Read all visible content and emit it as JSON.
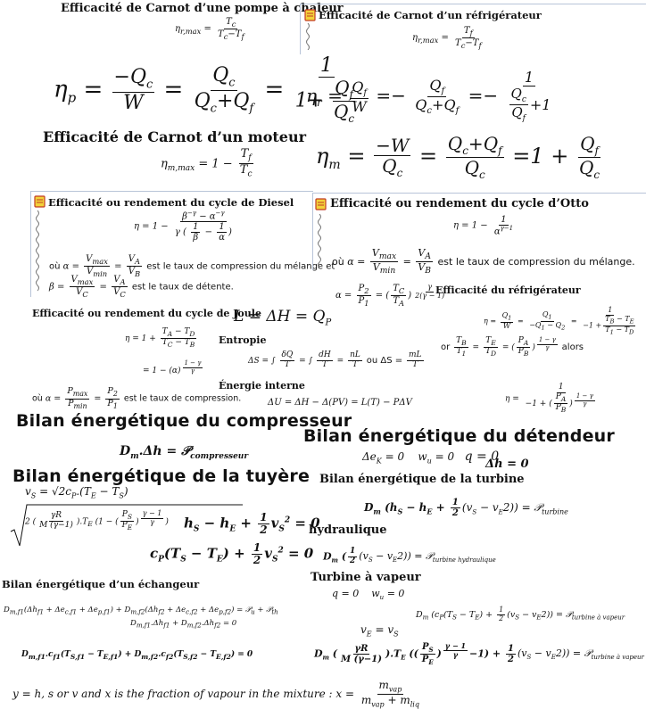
{
  "carnot_pump": {
    "title": "Efficacité de Carnot d’une pompe à chaleur",
    "small_lhs": "η",
    "small_lhs_sub": "r,max",
    "small_num": "T",
    "small_num_sub": "c",
    "small_den": "T",
    "small_den_sub": "c",
    "small_den_minus": "−",
    "small_den2": "T",
    "small_den2_sub": "f",
    "big_lhs": "η",
    "big_lhs_sub": "p",
    "big_f1_num": "−Q",
    "big_f1_num_sub": "c",
    "big_f1_den": "W",
    "big_f2_num": "Q",
    "big_f2_num_sub": "c",
    "big_f2_den": "Q",
    "big_f2_den_sub": "c",
    "big_f2_den_plus": "+",
    "big_f2_den2": "Q",
    "big_f2_den2_sub": "f",
    "big_f3_num": "1",
    "big_f3_den": "1+",
    "big_f3_inner_num": "Q",
    "big_f3_inner_num_sub": "f",
    "big_f3_inner_den": "Q",
    "big_f3_inner_den_sub": "c",
    "eq": "="
  },
  "carnot_fridge": {
    "title": "Efficacité de Carnot d’un réfrigérateur",
    "small_lhs": "η",
    "small_lhs_sub": "r,max",
    "small_num": "T",
    "small_num_sub": "f",
    "small_den": "T",
    "small_den_sub": "c",
    "small_den2": "T",
    "small_den2_sub": "f",
    "big_lhs": "η",
    "big_lhs_sub": "r",
    "f1_num": "Q",
    "f1_num_sub": "f",
    "f1_den": "W",
    "neg": "−",
    "f2_num": "Q",
    "f2_num_sub": "f",
    "f2_den": "Q",
    "f2_den_sub": "c",
    "f2_den2": "Q",
    "f2_den2_sub": "f",
    "f3_num": "1",
    "f3_inner_num": "Q",
    "f3_inner_num_sub": "c",
    "f3_inner_den": "Q",
    "f3_inner_den_sub": "f",
    "f3_plus1": "+1"
  },
  "carnot_engine": {
    "title": "Efficacité de Carnot d’un moteur",
    "small_lhs": "η",
    "small_lhs_sub": "m,max",
    "small_rhs": "= 1 −",
    "small_num": "T",
    "small_num_sub": "f",
    "small_den": "T",
    "small_den_sub": "c",
    "big_lhs": "η",
    "big_lhs_sub": "m",
    "f1_num": "−W",
    "f1_den": "Q",
    "f1_den_sub": "c",
    "f2_num": "Q",
    "f2_num_sub": "c",
    "f2_num_plus": "+",
    "f2_num2": "Q",
    "f2_num2_sub": "f",
    "f2_den": "Q",
    "f2_den_sub": "c",
    "f3_pre": "1 +",
    "f3_num": "Q",
    "f3_num_sub": "f",
    "f3_den": "Q",
    "f3_den_sub": "c"
  },
  "diesel": {
    "title": "Efficacité ou rendement du cycle de Diesel",
    "eta": "η = 1 −",
    "num": "β",
    "num_sup": "−γ",
    "num_mid": " − α",
    "num_sup2": "−γ",
    "den_gamma": "γ",
    "den_inner1": "1",
    "den_inner1_den": "β",
    "den_minus": "−",
    "den_inner2": "1",
    "den_inner2_den": "α",
    "text1_pre": "où",
    "alpha": "α =",
    "vmax": "V",
    "vmax_sub": "max",
    "vmin": "V",
    "vmin_sub": "min",
    "va": "V",
    "va_sub": "A",
    "vb": "V",
    "vb_sub": "B",
    "text1_post": "est le taux de compression du mélange et",
    "beta": "β =",
    "vc": "V",
    "vc_sub": "C",
    "text2_post": "est le taux de détente."
  },
  "otto": {
    "title": "Efficacité ou rendement du cycle d’Otto",
    "eta": "η = 1 −",
    "num": "1",
    "den": "α",
    "den_sup": "γ−1",
    "text_pre": "où",
    "alpha": "α =",
    "text_post": "est le taux de compression du mélange.",
    "alpha2": "α =",
    "p2": "P",
    "p2_sub": "2",
    "p1": "P",
    "p1_sub": "1",
    "tc": "T",
    "tc_sub": "C",
    "ta": "T",
    "ta_sub": "A",
    "exp_num": "γ",
    "exp_den": "2(γ − 1)"
  },
  "fridge_eff": {
    "title": "Efficacité du réfrigérateur",
    "lhs": "η =",
    "f1_num": "Q",
    "f1_num_sub": "1",
    "f1_den": "W",
    "f2_num": "Q",
    "f2_num_sub": "1",
    "f2_den": "−Q",
    "f2_den_sub": "1",
    "f2_den_rest": " − Q",
    "f2_den_rest_sub": "2",
    "f3_num": "1",
    "f3_den_pre": "−1 +",
    "tb": "T",
    "tb_sub": "B",
    "te": "T",
    "te_sub": "E",
    "t1": "T",
    "t1_sub": "1",
    "td": "T",
    "td_sub": "D",
    "or": "or",
    "alors": "alors",
    "eta2": "η =",
    "one": "1",
    "pa": "P",
    "pa_sub": "A",
    "pb": "P",
    "pb_sub": "B",
    "exp_num": "1 − γ",
    "exp_den": "γ",
    "minus_plus": "−1 +"
  },
  "joule": {
    "title": "Efficacité ou rendement du cycle de Joule",
    "eta": "η = 1 +",
    "num": "T",
    "num_sub": "A",
    "num_rest": " − T",
    "num_rest_sub": "D",
    "den": "T",
    "den_sub": "C",
    "den_rest": " − T",
    "den_rest_sub": "B",
    "line2": "= 1 − (α)",
    "exp_num": "1 − γ",
    "exp_den": "γ",
    "text_pre": "où",
    "alpha": "α =",
    "pmax": "P",
    "pmax_sub": "max",
    "pmin": "P",
    "pmin_sub": "min",
    "p2": "P",
    "p2_sub": "2",
    "p1": "P",
    "p1_sub": "1",
    "text_post": "est le taux de compression."
  },
  "enthalpy": {
    "eq": "L = ΔH = Q",
    "eq_sub": "P"
  },
  "entropy": {
    "title": "Entropie",
    "ds": "ΔS = ∫",
    "dq": "δQ",
    "t": "T",
    "mid1": "= ∫",
    "dh": "dH",
    "mid2": "=",
    "nl": "nL",
    "ou": "ou ΔS =",
    "ml": "mL"
  },
  "internal_energy": {
    "title": "Énergie interne",
    "eq": "ΔU = ΔH − Δ(PV) = L(T) − PΔV"
  },
  "compressor": {
    "title": "Bilan énergétique du compresseur",
    "eq": "D",
    "eq_sub": "m",
    "eq_rest": ".Δh = 𝒫",
    "eq_rest_sub": "compresseur"
  },
  "expander": {
    "title": "Bilan énergétique du détendeur",
    "line": "Δe",
    "line_sub": "K",
    "line_rest": "= 0",
    "wu": "w",
    "wu_sub": "u",
    "wu_rest": "= 0",
    "q": "q = 0",
    "dh": "Δh = 0"
  },
  "nozzle": {
    "title": "Bilan énergétique de la tuyère",
    "vs": "v",
    "vs_sub": "S",
    "vs_rest": "= √2c",
    "vs_rest_sub": "P",
    "vs_paren": ".(T",
    "te_sub": "E",
    "vs_mid": " − T",
    "ts_sub": "S",
    "vs_close": ")",
    "root_pre": "2",
    "gr": "γR",
    "mg": "M (γ−1)",
    "te": ".T",
    "te2_sub": "E",
    "one_minus": "1 −",
    "ps": "P",
    "ps_sub": "S",
    "pe": "P",
    "pe_sub": "E",
    "exp_num": "γ − 1",
    "exp_den": "γ",
    "eq1": "h",
    "eq1_sub": "S",
    "eq1_mid": " − h",
    "eq1_sub2": "E",
    "eq1_plus": " +",
    "half_n": "1",
    "half_d": "2",
    "v2": "v",
    "v2_sub": "S",
    "v2_sup": "2",
    "zero": "= 0",
    "eq2": "c",
    "eq2_sub": "P",
    "eq2_mid": "(T",
    "eq2_s": "S",
    "eq2_m2": " − T",
    "eq2_e": "E",
    "eq2_close": ") +"
  },
  "turbine": {
    "title": "Bilan énergétique de la turbine",
    "dm": "D",
    "dm_sub": "m",
    "open": "(h",
    "hs_sub": "S",
    "mid": " − h",
    "he_sub": "E",
    "plus": " +",
    "half_n": "1",
    "half_d": "2",
    "paren": "(v",
    "vs_sub": "S",
    "sq": "2",
    "minus": " − v",
    "ve_sub": "E",
    "close": "2)) = 𝒫",
    "p_sub": "turbine"
  },
  "hydraulic": {
    "title": "hydraulique",
    "dm": "D",
    "dm_sub": "m",
    "open": "(",
    "half_n": "1",
    "half_d": "2",
    "rest": "(v",
    "vs_sub": "S",
    "sq": "2",
    "minus": " − v",
    "ve_sub": "E",
    "close": "2)) = 𝒫",
    "p_sub": "turbine hydraulique"
  },
  "steam": {
    "title": "Turbine à vapeur",
    "q": "q = 0",
    "wu": "w",
    "wu_sub": "u",
    "wu_rest": "= 0",
    "eq1": "D",
    "eq1_sub": "m",
    "eq1_open": "(c",
    "eq1_csub": "P",
    "eq1_t": "(T",
    "eq1_s": "S",
    "eq1_m": " − T",
    "eq1_e": "E",
    "eq1_rest": ") +",
    "half_n": "1",
    "half_d": "2",
    "eq1_v": "(v",
    "eq1_vs": "S",
    "sq": "2",
    "eq1_minus": " − v",
    "eq1_ve": "E",
    "eq1_close": "2)) = 𝒫",
    "p_sub": "turbine à vapeur",
    "ve": "v",
    "ve_sub": "E",
    "ve_rest": "= v",
    "vs_sub": "S",
    "eq2_dm": "D",
    "eq2_dm_sub": "m",
    "gr": "γR",
    "mg": "M (γ−1)",
    "te": ".T",
    "te_sub": "E",
    "ps": "P",
    "ps_sub": "S",
    "pe": "P",
    "pe_sub": "E",
    "exp_num": "γ − 1",
    "exp_den": "γ",
    "minus1": "−1",
    "close2": ") +",
    "v2": "(v",
    "v2_s": "S",
    "v2_m": " − v",
    "v2_e": "E",
    "v2_close": "2)) = 𝒫"
  },
  "exchanger": {
    "title": "Bilan énergétique d’un échangeur",
    "line1": "D",
    "line1_sub": "m,f1",
    "line1_rest": "(Δh",
    "h1_sub": "f1",
    "p1": " + Δe",
    "c1_sub": "c,f1",
    "p2": " + Δe",
    "pf1_sub": "p,f1",
    "mid": ") + D",
    "m2_sub": "m,f2",
    "rest2": "(Δh",
    "h2_sub": "f2",
    "p3": " + Δe",
    "c2_sub": "c,f2",
    "p4": " + Δe",
    "pf2_sub": "p,f2",
    "end": ") = 𝒫",
    "u_sub": "u",
    "plus_p": " + 𝒫",
    "th_sub": "th",
    "line2": "D",
    "line2_sub": "m,f1",
    "line2_rest": ".Δh",
    "line2_h": "f1",
    "line2_plus": " + D",
    "line2_m2": "m,f2",
    "line2_d": ".Δh",
    "line2_h2": "f2",
    "line2_end": " = 0",
    "line3": "D",
    "line3_sub": "m,f1",
    "line3_c": ".c",
    "line3_csub": "f1",
    "line3_t": "(T",
    "line3_ts": "S,f1",
    "line3_m": " − T",
    "line3_te": "E,f1",
    "line3_mid": ") + D",
    "line3_m2": "m,f2",
    "line3_c2": ".c",
    "line3_c2sub": "f2",
    "line3_t2": "(T",
    "line3_ts2": "S,f2",
    "line3_m2b": " − T",
    "line3_te2": "E,f2",
    "line3_end": ") = 0"
  },
  "footer": {
    "text": "y = h, s or v and x is the fraction of vapour in the mixture :",
    "x": "x =",
    "num": "m",
    "num_sub": "vap",
    "den": "m",
    "den_sub": "vap",
    "den_plus": " + m",
    "den_sub2": "liq"
  },
  "colors": {
    "note_icon_fill": "#f2d23a",
    "note_icon_stroke": "#c33b22",
    "box_border": "#b8c4d8"
  }
}
